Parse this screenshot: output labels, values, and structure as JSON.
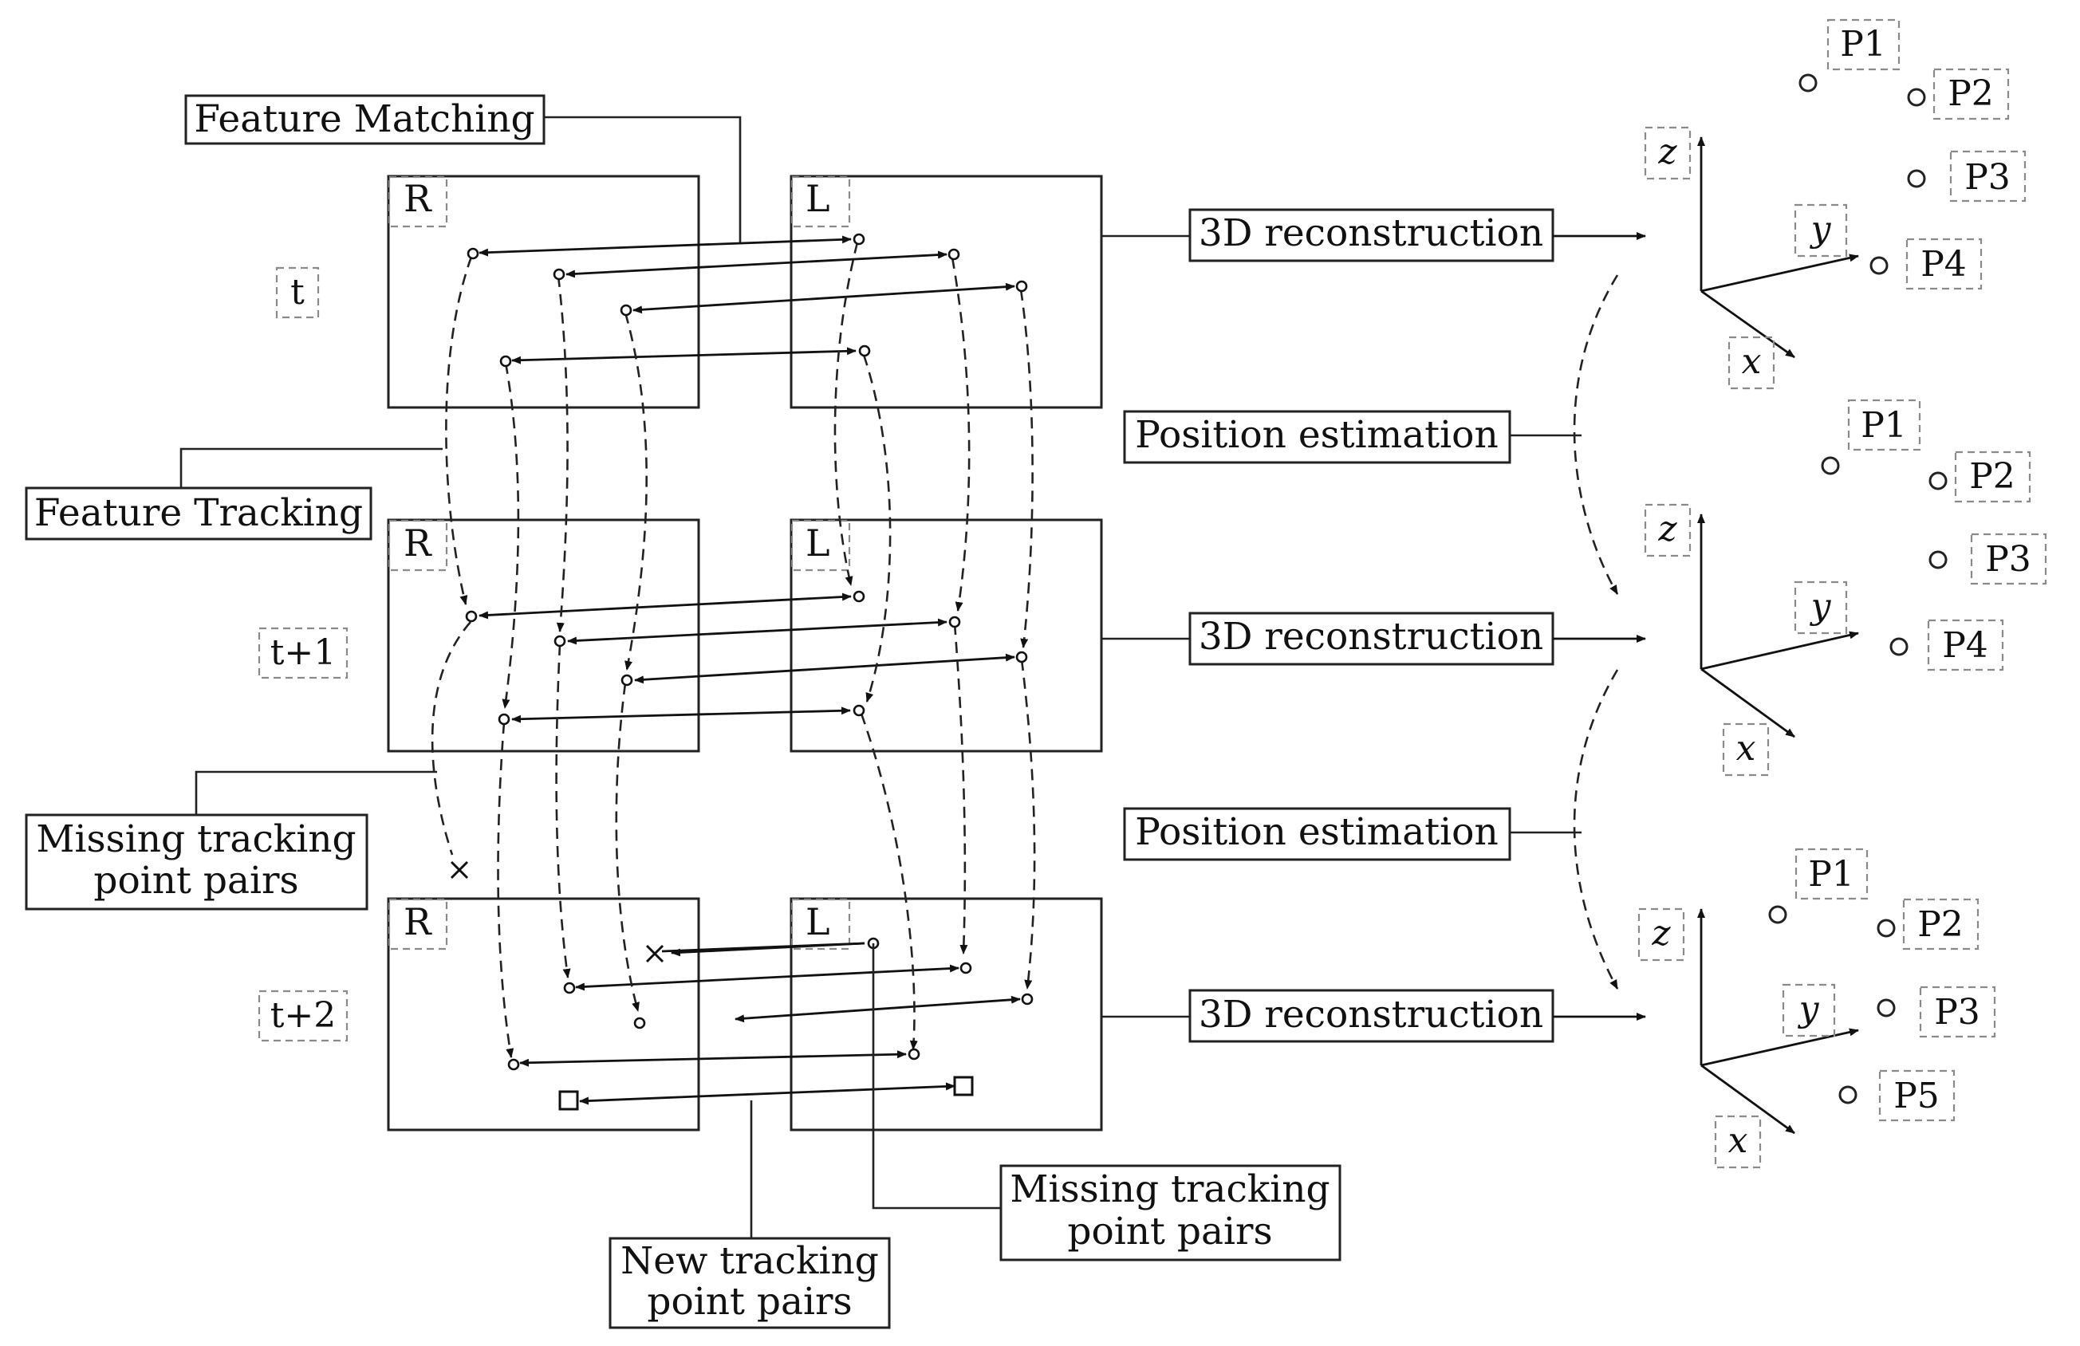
{
  "labels": {
    "feature_matching": "Feature Matching",
    "feature_tracking": "Feature Tracking",
    "missing_pairs_left_1": "Missing tracking",
    "missing_pairs_left_2": "point pairs",
    "missing_pairs_bottom_1": "Missing tracking",
    "missing_pairs_bottom_2": "point pairs",
    "new_pairs_1": "New tracking",
    "new_pairs_2": "point pairs",
    "reconstruction_1": "3D reconstruction",
    "reconstruction_2": "3D reconstruction",
    "reconstruction_3": "3D reconstruction",
    "position_estimation_1": "Position estimation",
    "position_estimation_2": "Position estimation"
  },
  "times": {
    "t0": "t",
    "t1": "t+1",
    "t2": "t+2"
  },
  "frames": {
    "right": "R",
    "left": "L"
  },
  "axes": {
    "x": "x",
    "y": "y",
    "z": "z"
  },
  "points": {
    "set1": [
      "P1",
      "P2",
      "P3",
      "P4"
    ],
    "set2": [
      "P1",
      "P2",
      "P3",
      "P4"
    ],
    "set3": [
      "P1",
      "P2",
      "P3",
      "P5"
    ]
  }
}
